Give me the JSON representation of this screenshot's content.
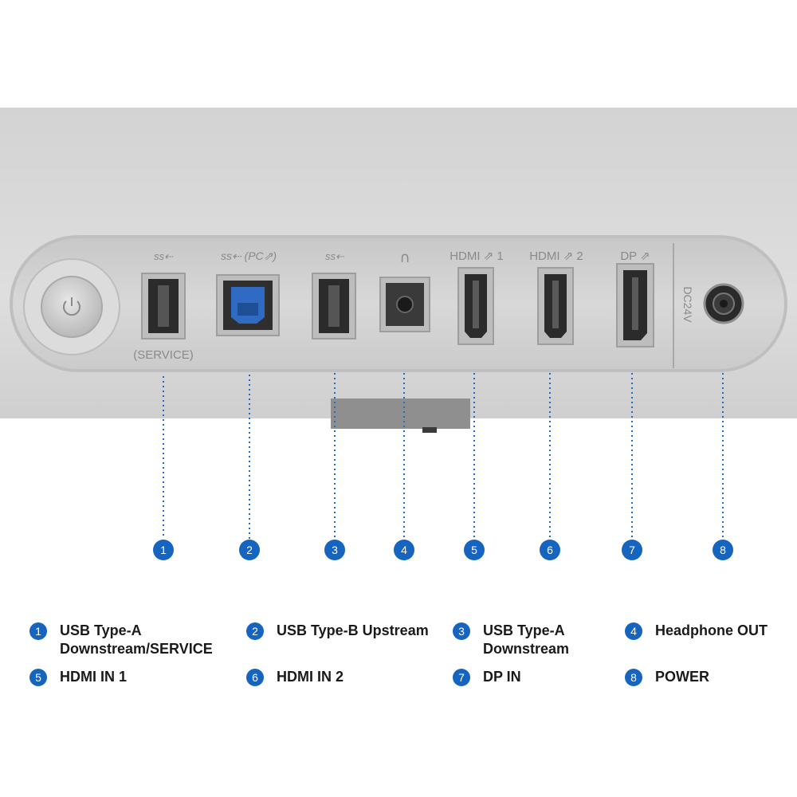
{
  "colors": {
    "accent_blue": "#1565c0",
    "panel": "#d6d6d6",
    "port_frame": "#bdbdbd",
    "usb_b_insert": "#2f6bc2"
  },
  "panel_labels": {
    "usb_service_top": "ss⇠",
    "usb_service_bottom": "(SERVICE)",
    "usb_b": "ss⇠ (PC⇗)",
    "usb_downstream": "ss⇠",
    "headphone": "∩",
    "hdmi1": "HDMI ⇗ 1",
    "hdmi2": "HDMI ⇗ 2",
    "dp": "DP ⇗",
    "dc": "DC24V"
  },
  "callout_numbers": [
    "1",
    "2",
    "3",
    "4",
    "5",
    "6",
    "7",
    "8"
  ],
  "legend": [
    {
      "num": "1",
      "label": "USB Type-A\nDownstream/SERVICE"
    },
    {
      "num": "2",
      "label": "USB Type-B Upstream"
    },
    {
      "num": "3",
      "label": "USB Type-A\nDownstream"
    },
    {
      "num": "4",
      "label": "Headphone OUT"
    },
    {
      "num": "5",
      "label": "HDMI IN 1"
    },
    {
      "num": "6",
      "label": "HDMI IN 2"
    },
    {
      "num": "7",
      "label": "DP IN"
    },
    {
      "num": "8",
      "label": "POWER"
    }
  ],
  "icons": [
    "power-button-icon",
    "superspeed-usb-icon",
    "headphone-icon",
    "hdcp-icon"
  ]
}
